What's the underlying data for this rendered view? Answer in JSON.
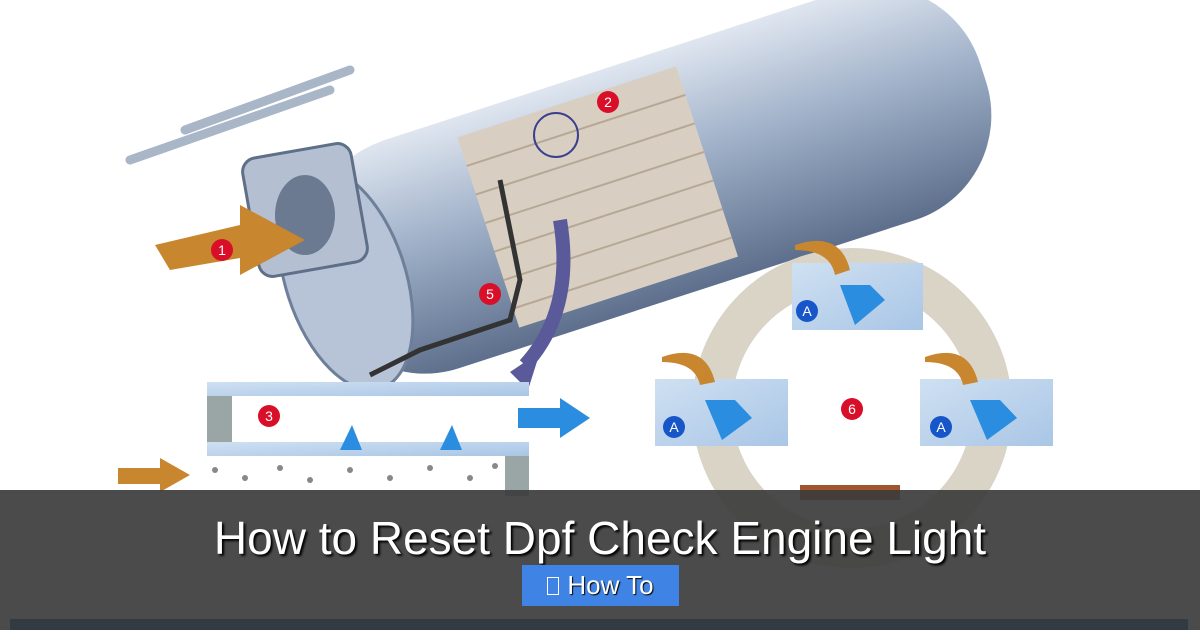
{
  "article": {
    "title": "How to Reset Dpf Check Engine Light",
    "category_badge": {
      "icon": "folder-icon",
      "label": "How To"
    }
  },
  "illustration": {
    "subject": "Diesel particulate filter cutaway diagram",
    "markers": [
      "1",
      "2",
      "3",
      "5",
      "6"
    ],
    "cycle_labels": [
      "A",
      "A",
      "A"
    ],
    "colors": {
      "marker_red": "#d90f2a",
      "label_blue": "#1656c9",
      "flow_orange": "#c8862e",
      "flow_blue": "#2a8de0",
      "badge_blue": "#3f84e5"
    }
  }
}
